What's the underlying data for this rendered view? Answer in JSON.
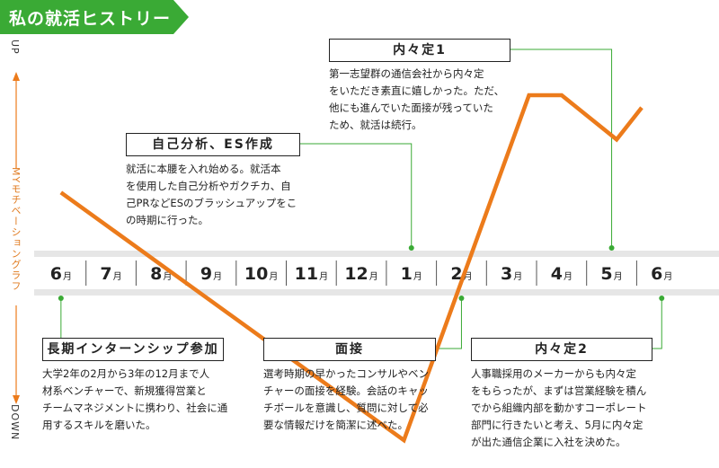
{
  "title": "私の就活ヒストリー",
  "axis": {
    "up": "UP",
    "down": "DOWN",
    "label": "MYモチベーショングラフ"
  },
  "colors": {
    "green": "#3aaa35",
    "orange": "#ec7b1b",
    "band": "#e6e6e6"
  },
  "chart_data": {
    "type": "line",
    "categories": [
      "6月",
      "7月",
      "8月",
      "9月",
      "10月",
      "11月",
      "12月",
      "1月",
      "2月",
      "3月",
      "4月",
      "5月",
      "6月"
    ],
    "month_labels": [
      {
        "num": "6",
        "unit": "月"
      },
      {
        "num": "7",
        "unit": "月"
      },
      {
        "num": "8",
        "unit": "月"
      },
      {
        "num": "9",
        "unit": "月"
      },
      {
        "num": "10",
        "unit": "月"
      },
      {
        "num": "11",
        "unit": "月"
      },
      {
        "num": "12",
        "unit": "月"
      },
      {
        "num": "1",
        "unit": "月"
      },
      {
        "num": "2",
        "unit": "月"
      },
      {
        "num": "3",
        "unit": "月"
      },
      {
        "num": "4",
        "unit": "月"
      },
      {
        "num": "5",
        "unit": "月"
      },
      {
        "num": "6",
        "unit": "月"
      }
    ],
    "motivation": [
      {
        "x": 0.0,
        "y": 0.45
      },
      {
        "x": 6.85,
        "y": -0.95
      },
      {
        "x": 9.35,
        "y": 1.0
      },
      {
        "x": 10.0,
        "y": 1.0
      },
      {
        "x": 11.1,
        "y": 0.75
      },
      {
        "x": 11.6,
        "y": 0.93
      }
    ]
  },
  "annotations": [
    {
      "title": "自己分析、ES作成",
      "text": [
        "就活に本腰を入れ始める。就活本",
        "を使用した自己分析やガクチカ、自",
        "己PRなどESのブラッシュアップをこ",
        "の時期に行った。"
      ]
    },
    {
      "title": "内々定1",
      "text": [
        "第一志望群の通信会社から内々定",
        "をいただき素直に嬉しかった。ただ、",
        "他にも進んでいた面接が残っていた",
        "ため、就活は続行。"
      ]
    },
    {
      "title": "長期インターンシップ参加",
      "text": [
        "大学2年の2月から3年の12月まで人",
        "材系ベンチャーで、新規獲得営業と",
        "チームマネジメントに携わり、社会に通",
        "用するスキルを磨いた。"
      ]
    },
    {
      "title": "面接",
      "text": [
        "選考時期の早かったコンサルやベン",
        "チャーの面接を経験。会話のキャッ",
        "チボールを意識し、質問に対して必",
        "要な情報だけを簡潔に述べた。"
      ]
    },
    {
      "title": "内々定2",
      "text": [
        "人事職採用のメーカーからも内々定",
        "をもらったが、まずは営業経験を積ん",
        "でから組織内部を動かすコーポレート",
        "部門に行きたいと考え、5月に内々定",
        "が出た通信企業に入社を決めた。"
      ]
    }
  ]
}
